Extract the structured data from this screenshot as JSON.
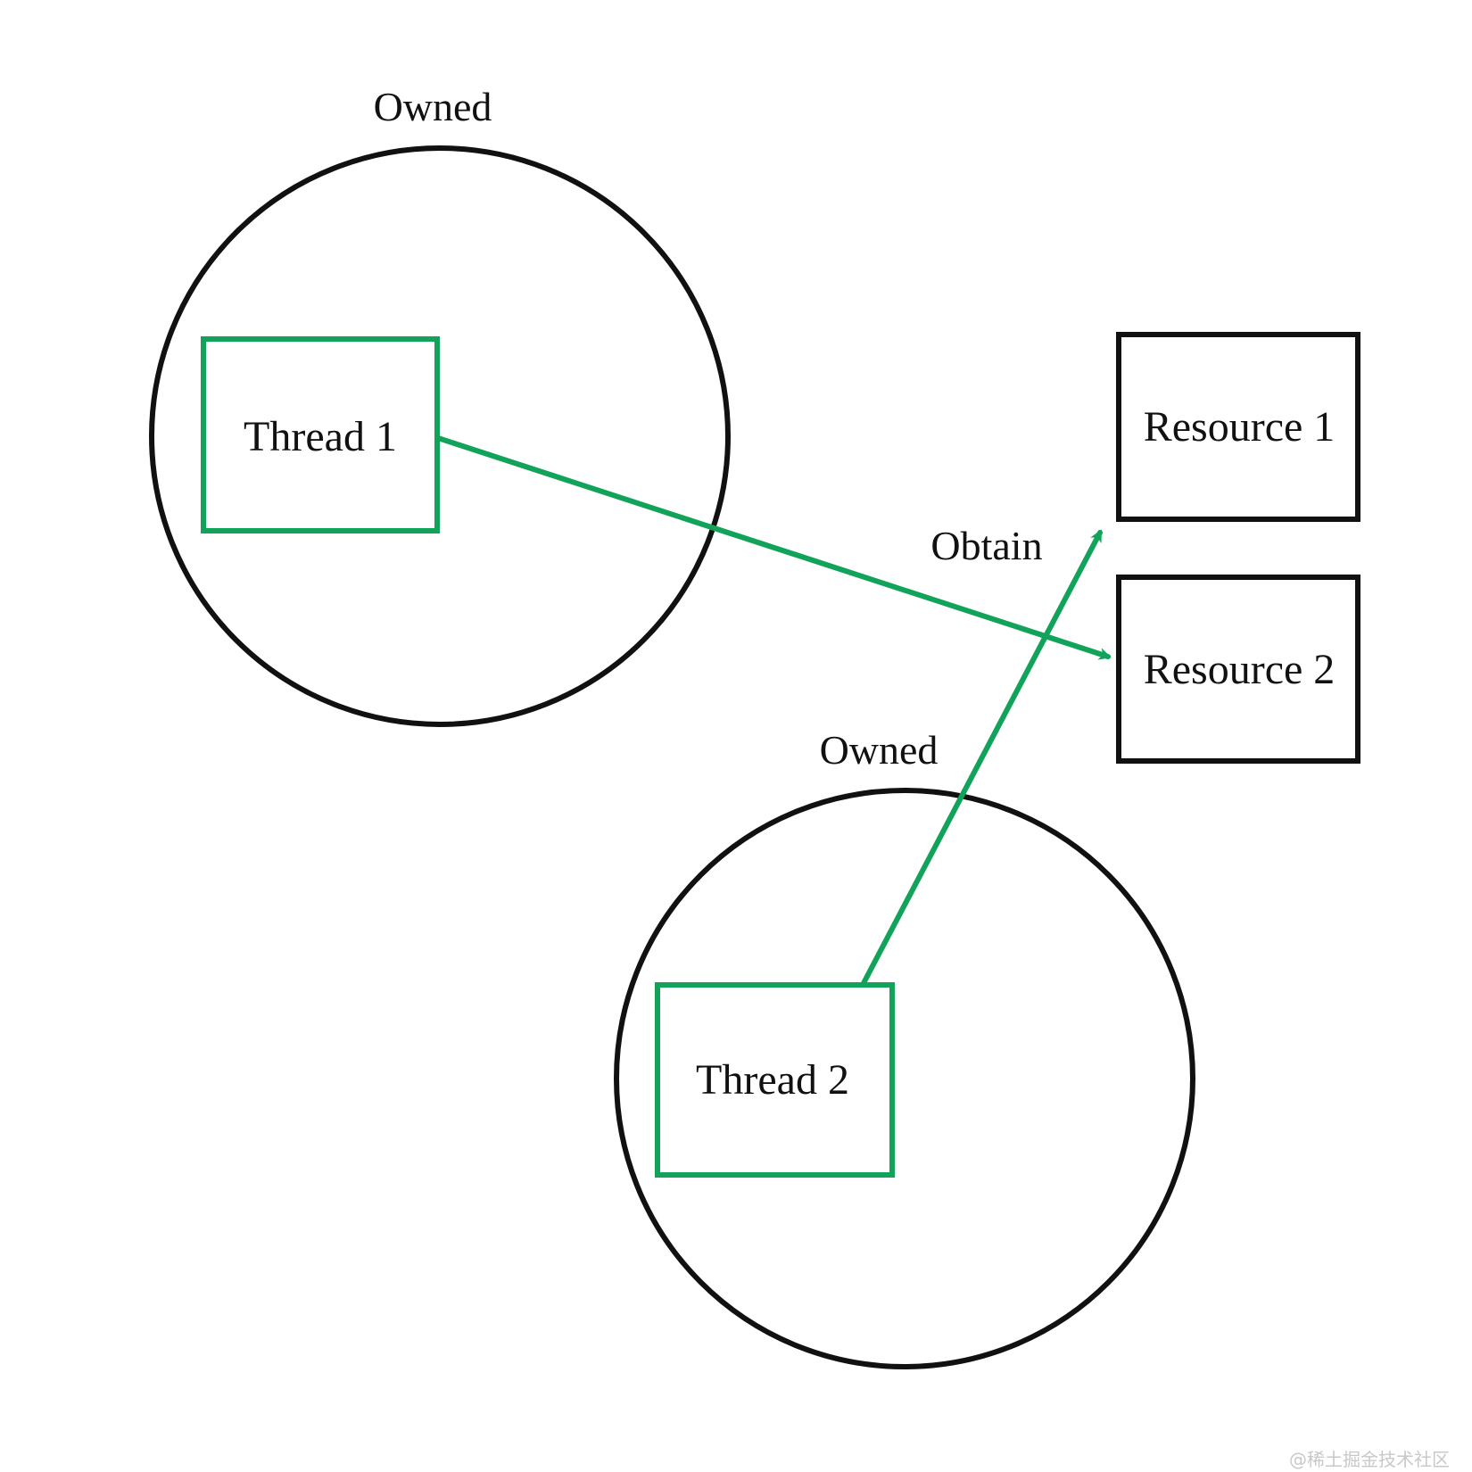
{
  "diagram": {
    "colors": {
      "outline": "#111111",
      "thread_box": "#12a35a",
      "arrow": "#12a35a",
      "background": "#ffffff"
    },
    "scopes": [
      {
        "id": "scope-1",
        "label": "Owned"
      },
      {
        "id": "scope-2",
        "label": "Owned"
      }
    ],
    "threads": [
      {
        "id": "thread-1",
        "label": "Thread 1"
      },
      {
        "id": "thread-2",
        "label": "Thread 2"
      }
    ],
    "resources": [
      {
        "id": "resource-1",
        "label": "Resource 1"
      },
      {
        "id": "resource-2",
        "label": "Resource 2"
      }
    ],
    "edges": [
      {
        "id": "edge-thread1-resource2",
        "from": "Thread 1",
        "to": "Resource 2",
        "label": ""
      },
      {
        "id": "edge-thread2-resource1",
        "from": "Thread 2",
        "to": "Resource 1",
        "label": "Obtain"
      }
    ],
    "watermark": "@稀土掘金技术社区"
  }
}
